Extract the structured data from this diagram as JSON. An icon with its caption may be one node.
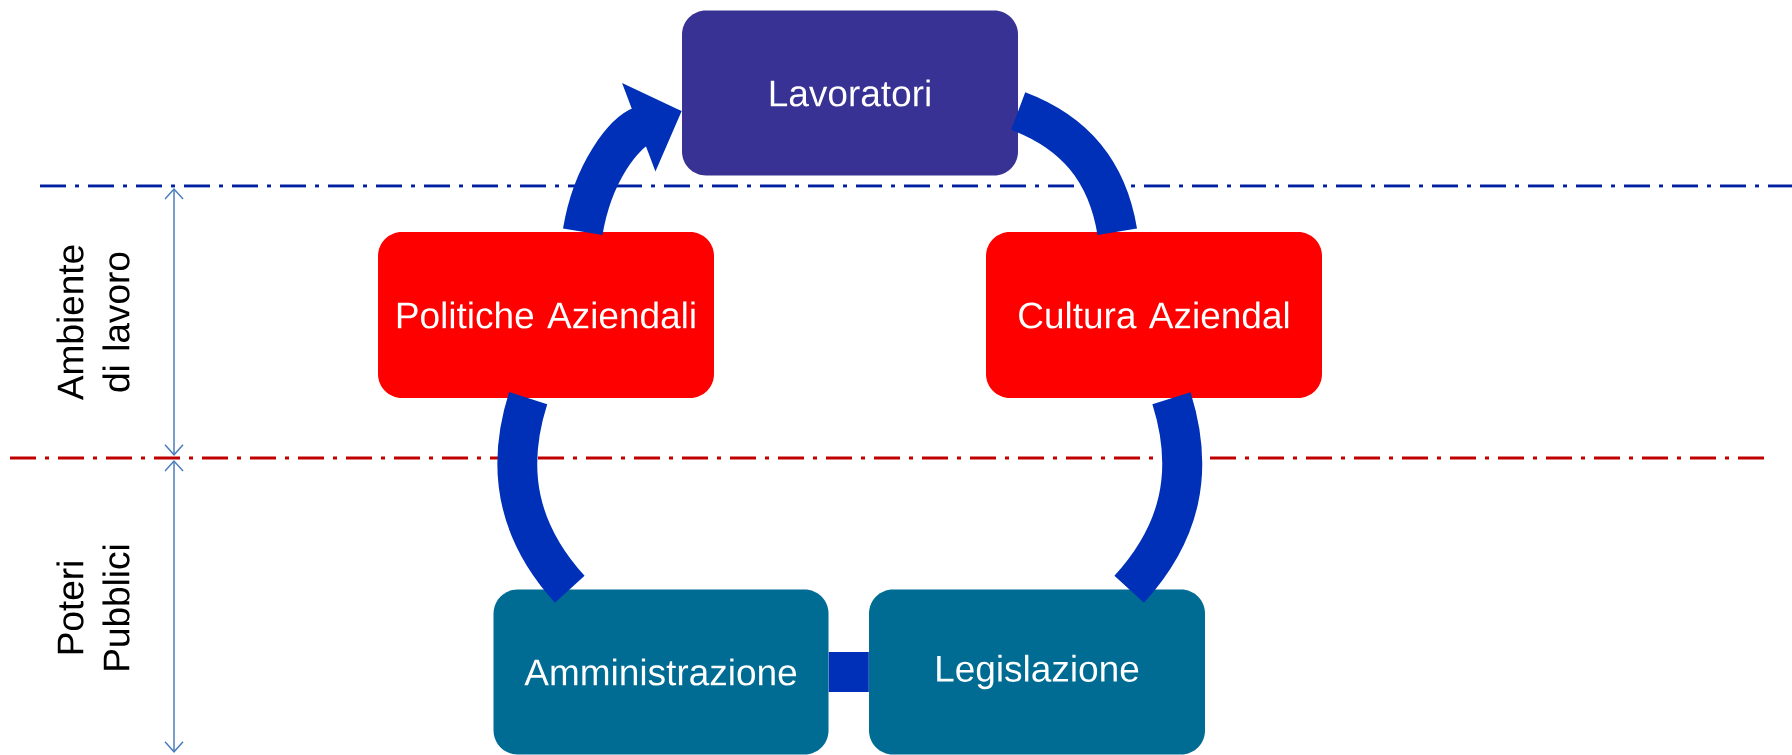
{
  "diagram": {
    "nodes": [
      {
        "text": [
          "Lavoratori"
        ]
      },
      {
        "text": [
          "Politiche Aziendali"
        ]
      },
      {
        "text": [
          "Cultura Aziendal"
        ]
      },
      {
        "text": [
          "Amministrazione"
        ]
      },
      {
        "text": [
          "Legislazione"
        ]
      }
    ],
    "edges": [
      {
        "from": 1,
        "to": 0,
        "arrow": "to"
      },
      {
        "from": 0,
        "to": 2,
        "arrow": "none"
      },
      {
        "from": 2,
        "to": 4,
        "arrow": "none"
      },
      {
        "from": 4,
        "to": 3,
        "arrow": "none"
      },
      {
        "from": 3,
        "to": 1,
        "arrow": "none"
      }
    ],
    "labels": [
      "Ambiente di lavoro",
      "Poteri Pubblici"
    ]
  }
}
